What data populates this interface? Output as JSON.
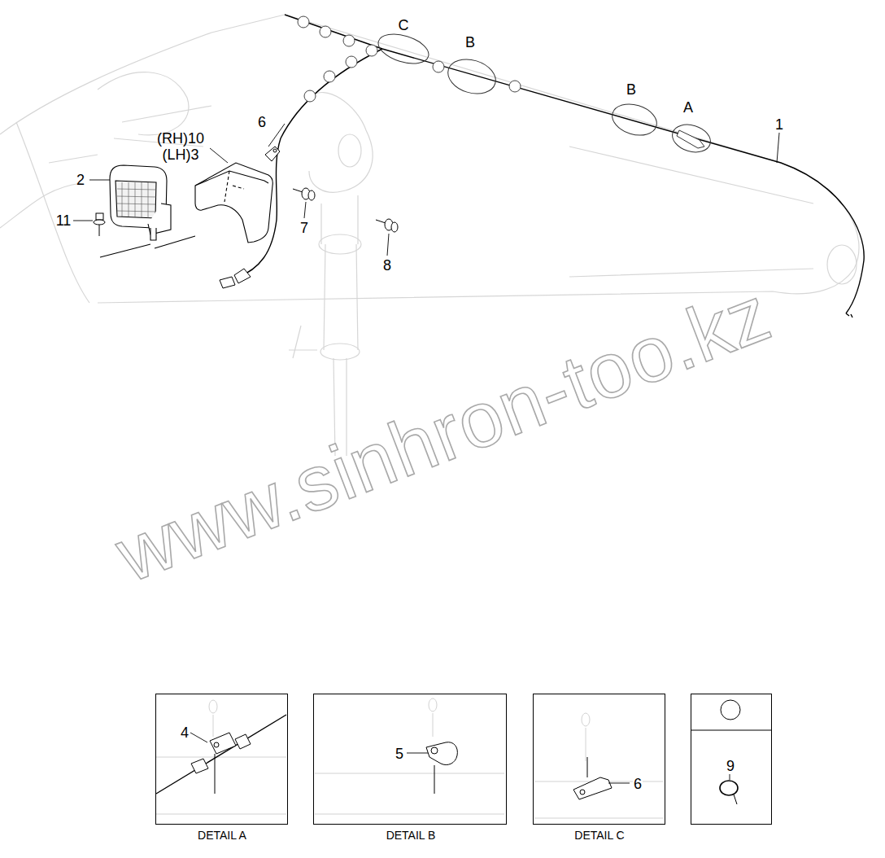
{
  "diagram": {
    "nodes": [
      {
        "text": [
          "4",
          "DETAIL A"
        ]
      },
      {
        "text": [
          "5",
          "DETAIL B"
        ]
      },
      {
        "text": [
          "6",
          "DETAIL C"
        ]
      },
      {
        "text": [
          "9"
        ]
      }
    ],
    "labels": [
      "C",
      "B",
      "B",
      "A",
      "1",
      "6",
      "(RH)10",
      "(LH)3",
      "2",
      "11",
      "7",
      "8",
      "www.sinhron-too.kz"
    ]
  }
}
